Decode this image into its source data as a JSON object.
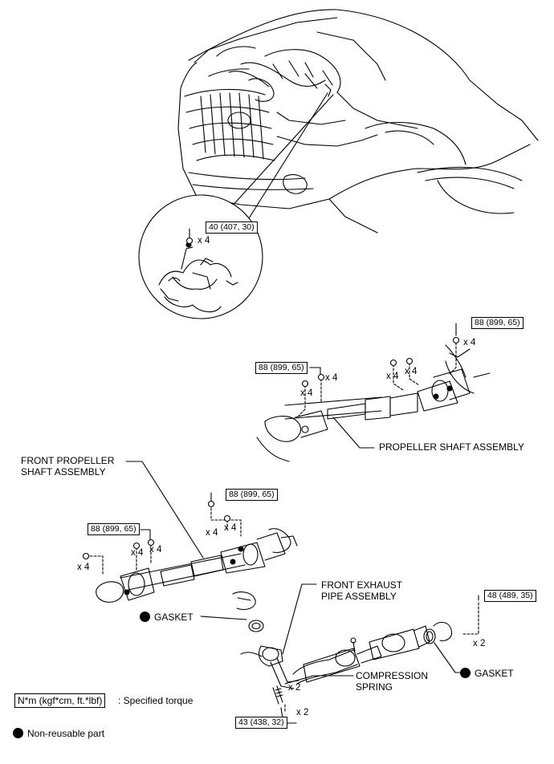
{
  "torque_specs": {
    "engine_mount": "40 (407, 30)",
    "rear_flange": "88 (899, 65)",
    "center_bearing": "88 (899, 65)",
    "front_upper": "88 (899, 65)",
    "front_rear": "88 (899, 65)",
    "exhaust_rear": "48 (489, 35)",
    "exhaust_bottom": "43 (438, 32)"
  },
  "quantities": {
    "engine_mount": "x 4",
    "rear_flange": "x 4",
    "rear_mid_a": "x 4",
    "rear_mid_b": "x 4",
    "rear_front_a": "x 4",
    "rear_front_b": "x 4",
    "front_left": "x 4",
    "front_mid_a": "x 4",
    "front_mid_b": "x 4",
    "front_upper_a": "x 4",
    "front_upper_b": "x 4",
    "exhaust_rear": "x 2",
    "exhaust_spring": "x 2",
    "exhaust_bolt": "x 2"
  },
  "parts": {
    "propeller_shaft": "PROPELLER SHAFT ASSEMBLY",
    "front_propeller_shaft": "FRONT PROPELLER\nSHAFT ASSEMBLY",
    "front_exhaust_pipe": "FRONT EXHAUST\nPIPE ASSEMBLY",
    "gasket_left": "GASKET",
    "gasket_right": "GASKET",
    "compression_spring": "COMPRESSION\nSPRING"
  },
  "legend": {
    "torque_unit": "N*m (kgf*cm, ft.*lbf)",
    "torque_desc": ": Specified torque",
    "non_reusable": "Non-reusable part"
  }
}
